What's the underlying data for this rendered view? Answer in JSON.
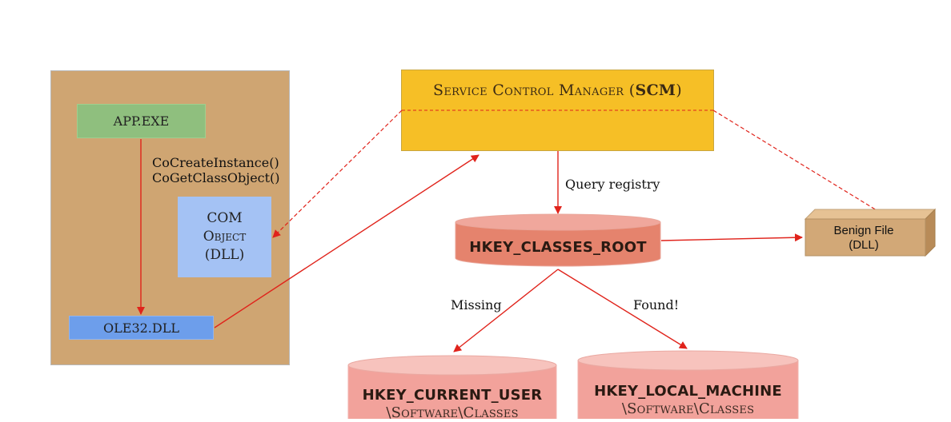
{
  "process": {
    "app_exe": "APP.EXE",
    "calls": [
      "CoCreateInstance()",
      "CoGetClassObject()"
    ],
    "com_object_lines": [
      "COM",
      "Object",
      "(DLL)"
    ],
    "ole32": "OLE32.DLL"
  },
  "scm": {
    "title_prefix": "Service Control Manager (",
    "title_bold": "SCM",
    "title_suffix": ")"
  },
  "edges": {
    "query_registry": "Query registry",
    "missing": "Missing",
    "found": "Found!"
  },
  "registry": {
    "classes_root": "HKEY_CLASSES_ROOT",
    "current_user": "HKEY_CURRENT_USER",
    "current_user_sub": "\\Software\\Classes",
    "local_machine": "HKEY_LOCAL_MACHINE",
    "local_machine_sub": "\\Software\\Classes"
  },
  "benign": {
    "line1": "Benign File",
    "line2": "(DLL)"
  },
  "colors": {
    "process_bg": "#cfa572",
    "app_exe_bg": "#8fbf7e",
    "com_bg": "#a4c2f4",
    "ole32_bg": "#6d9eeb",
    "scm_bg": "#f6bf26",
    "hkcr_fill": "#e5836d",
    "hkcu_fill": "#f2a29b",
    "benign_fill": "#d2a877",
    "arrow": "#e0231b"
  }
}
